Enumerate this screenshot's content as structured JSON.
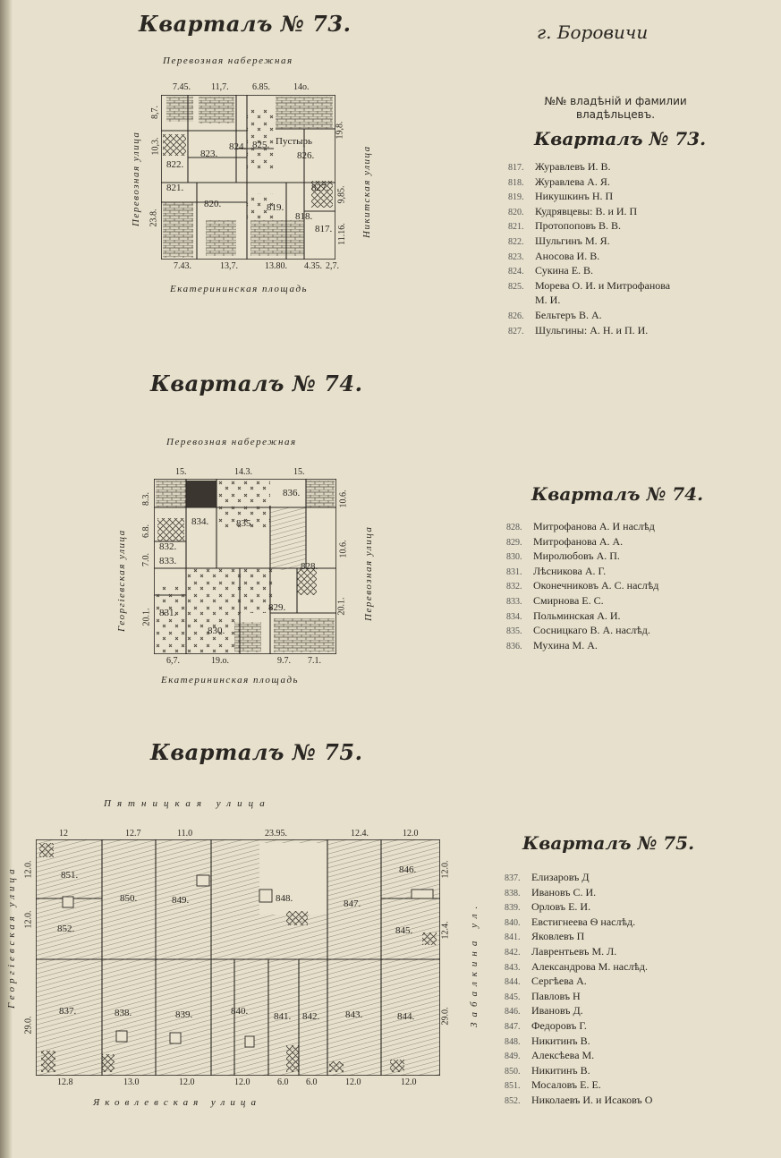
{
  "page": {
    "city": "г. Боровичи",
    "owners_header": "№№ владѣній и фамилии владѣльцевъ."
  },
  "blocks": [
    {
      "title": "Кварталъ № 73.",
      "list_title": "Кварталъ № 73.",
      "streets": {
        "top": "Перевозная набережная",
        "bottom": "Екатерининская площадь",
        "left": "Перевозная улица",
        "right": "Никитская улица"
      },
      "measurements_top": [
        "7.45.",
        "11,7.",
        "6.85.",
        "14о."
      ],
      "measurements_bottom": [
        "7.43.",
        "13,7.",
        "13.80.",
        "4.35.",
        "2,7."
      ],
      "measurements_left": [
        "8,7.",
        "10,3.",
        "23.8."
      ],
      "measurements_right": [
        "19,8.",
        "9,85.",
        "11.16."
      ],
      "lot_labels": [
        "821.",
        "822.",
        "823.",
        "824.",
        "825.",
        "Пустырь",
        "826.",
        "827.",
        "820.",
        "819.",
        "818.",
        "817."
      ],
      "owners": [
        {
          "no": "817.",
          "name": "Журавлевъ И. В."
        },
        {
          "no": "818.",
          "name": "Журавлева А. Я."
        },
        {
          "no": "819.",
          "name": "Никушкинъ Н. П"
        },
        {
          "no": "820.",
          "name": "Кудрявцевы: В. и И. П"
        },
        {
          "no": "821.",
          "name": "Протопоповъ В. В."
        },
        {
          "no": "822.",
          "name": "Шульгинъ М. Я."
        },
        {
          "no": "823.",
          "name": "Аносова И. В."
        },
        {
          "no": "824.",
          "name": "Сукина Е. В."
        },
        {
          "no": "825.",
          "name": "Морева О. И. и Митрофанова"
        },
        {
          "no": "",
          "name": "М. И."
        },
        {
          "no": "826.",
          "name": "Бельтеръ В. А."
        },
        {
          "no": "827.",
          "name": "Шульгины: А. Н. и П. И."
        }
      ]
    },
    {
      "title": "Кварталъ № 74.",
      "list_title": "Кварталъ № 74.",
      "streets": {
        "top": "Перевозная набережная",
        "bottom": "Екатерининская площадь",
        "left": "Георгіевская улица",
        "right": "Перевозная улица"
      },
      "measurements_top": [
        "15.",
        "14.3.",
        "15."
      ],
      "measurements_bottom": [
        "6,7.",
        "19.о.",
        "9.7.",
        "7.1."
      ],
      "measurements_left": [
        "8.3.",
        "6.8.",
        "7.0.",
        "20.1."
      ],
      "measurements_right": [
        "10.6.",
        "10.6.",
        "20.1."
      ],
      "lot_labels": [
        "836.",
        "834.",
        "835.",
        "832.",
        "833.",
        "828.",
        "831.",
        "830.",
        "829."
      ],
      "owners": [
        {
          "no": "828.",
          "name": "Митрофанова А. И наслѣд"
        },
        {
          "no": "829.",
          "name": "Митрофанова А. А."
        },
        {
          "no": "830.",
          "name": "Миролюбовъ А. П."
        },
        {
          "no": "831.",
          "name": "Лѣсникова А. Г."
        },
        {
          "no": "832.",
          "name": "Оконечниковъ А. С. наслѣд"
        },
        {
          "no": "833.",
          "name": "Смирнова Е. С."
        },
        {
          "no": "834.",
          "name": "Польминская А. И."
        },
        {
          "no": "835.",
          "name": "Сосницкаго В. А. наслѣд."
        },
        {
          "no": "836.",
          "name": "Мухина М. А."
        }
      ]
    },
    {
      "title": "Кварталъ № 75.",
      "list_title": "Кварталъ № 75.",
      "streets": {
        "top": "Пятницкая улица",
        "bottom": "Яковлевская улица",
        "left": "Георгіевская улица",
        "right": "Забалкина ул."
      },
      "measurements_top": [
        "12",
        "12.7",
        "11.0",
        "23.95.",
        "12.4.",
        "12.0"
      ],
      "measurements_bottom": [
        "12.8",
        "13.0",
        "12.0",
        "12.0",
        "6.0",
        "6.0",
        "12.0",
        "12.0"
      ],
      "measurements_left": [
        "12.0.",
        "12.0.",
        "29.0."
      ],
      "measurements_right": [
        "12.0.",
        "12.4.",
        "29.0."
      ],
      "lot_labels": [
        "851.",
        "850.",
        "849.",
        "848.",
        "847.",
        "846.",
        "852.",
        "845.",
        "837.",
        "838.",
        "839.",
        "840.",
        "841.",
        "842.",
        "843.",
        "844."
      ],
      "owners": [
        {
          "no": "837.",
          "name": "Елизаровъ Д"
        },
        {
          "no": "838.",
          "name": "Ивановъ С. И."
        },
        {
          "no": "839.",
          "name": "Орловъ Е. И."
        },
        {
          "no": "840.",
          "name": "Евстигнеева Ѳ наслѣд."
        },
        {
          "no": "841.",
          "name": "Яковлевъ П"
        },
        {
          "no": "842.",
          "name": "Лаврентьевъ М. Л."
        },
        {
          "no": "843.",
          "name": "Александрова М. наслѣд."
        },
        {
          "no": "844.",
          "name": "Сергѣева А."
        },
        {
          "no": "845.",
          "name": "Павловъ Н"
        },
        {
          "no": "846.",
          "name": "Ивановъ Д."
        },
        {
          "no": "847.",
          "name": "Федоровъ Г."
        },
        {
          "no": "848.",
          "name": "Никитинъ В."
        },
        {
          "no": "849.",
          "name": "Алексѣева М."
        },
        {
          "no": "850.",
          "name": "Никитинъ В."
        },
        {
          "no": "851.",
          "name": "Мосаловъ Е. Е."
        },
        {
          "no": "852.",
          "name": "Николаевъ И. и Исаковъ О"
        }
      ]
    }
  ]
}
